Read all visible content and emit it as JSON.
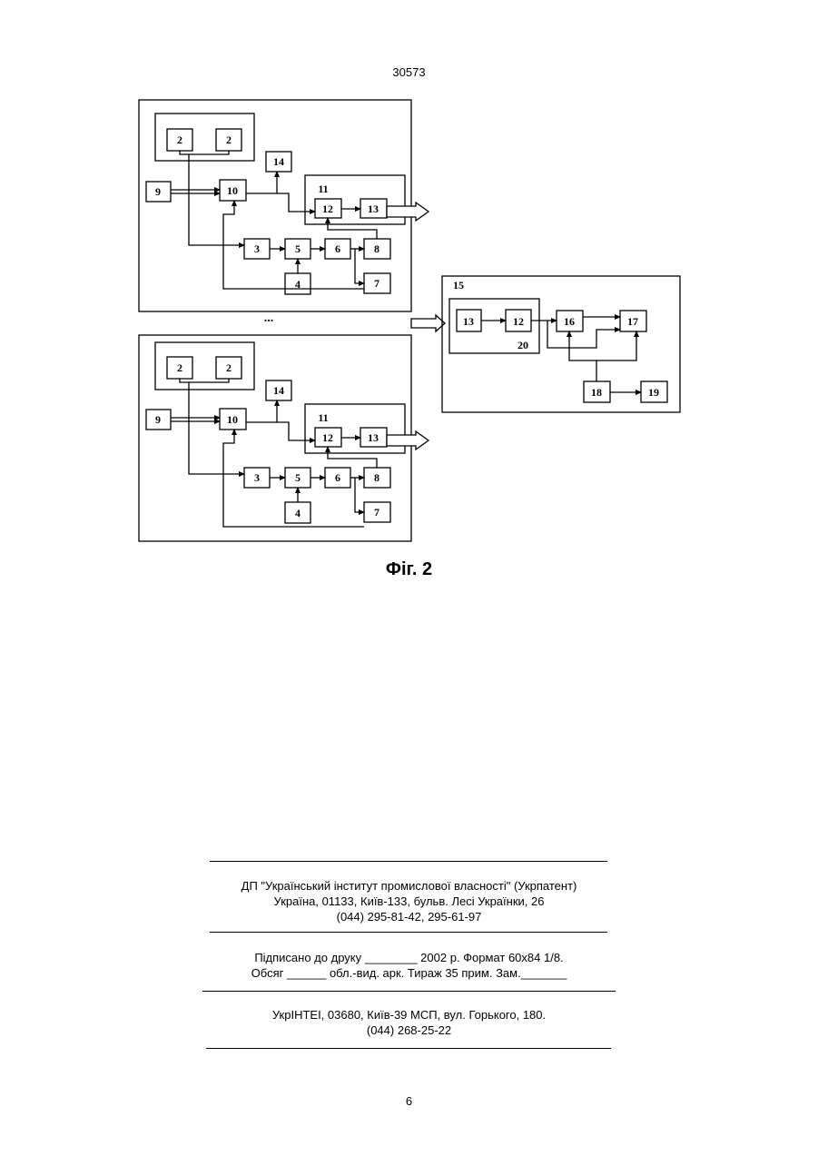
{
  "header": {
    "doc_number": "30573"
  },
  "figure": {
    "caption": "Фіг. 2",
    "module_top": {
      "labels": {
        "b2a": "2",
        "b2b": "2",
        "b9": "9",
        "b10": "10",
        "b14": "14",
        "b11": "11",
        "b12": "12",
        "b13": "13",
        "b3": "3",
        "b5": "5",
        "b6": "6",
        "b8": "8",
        "b4": "4",
        "b7": "7"
      }
    },
    "ellipsis": "...",
    "module_bottom": {
      "labels": {
        "b2a": "2",
        "b2b": "2",
        "b9": "9",
        "b10": "10",
        "b14": "14",
        "b11": "11",
        "b12": "12",
        "b13": "13",
        "b3": "3",
        "b5": "5",
        "b6": "6",
        "b8": "8",
        "b4": "4",
        "b7": "7"
      }
    },
    "receiver": {
      "labels": {
        "b15": "15",
        "b13": "13",
        "b12": "12",
        "b20": "20",
        "b16": "16",
        "b17": "17",
        "b18": "18",
        "b19": "19"
      }
    }
  },
  "imprint": {
    "org_line": "ДП \"Український інститут промислової власності\" (Укрпатент)",
    "address_line": "Україна, 01133, Київ-133, бульв. Лесі Українки, 26",
    "phones_line": "(044) 295-81-42, 295-61-97",
    "signed_line": "Підписано до друку ________ 2002 р.    Формат 60х84 1/8.",
    "volume_line": "Обсяг ______ обл.-вид. арк.   Тираж 35 прим.    Зам._______",
    "printer_line": "УкрІНТЕІ, 03680, Київ-39 МСП, вул. Горького, 180.",
    "printer_phone": "(044) 268-25-22"
  },
  "footer": {
    "page_number": "6"
  }
}
